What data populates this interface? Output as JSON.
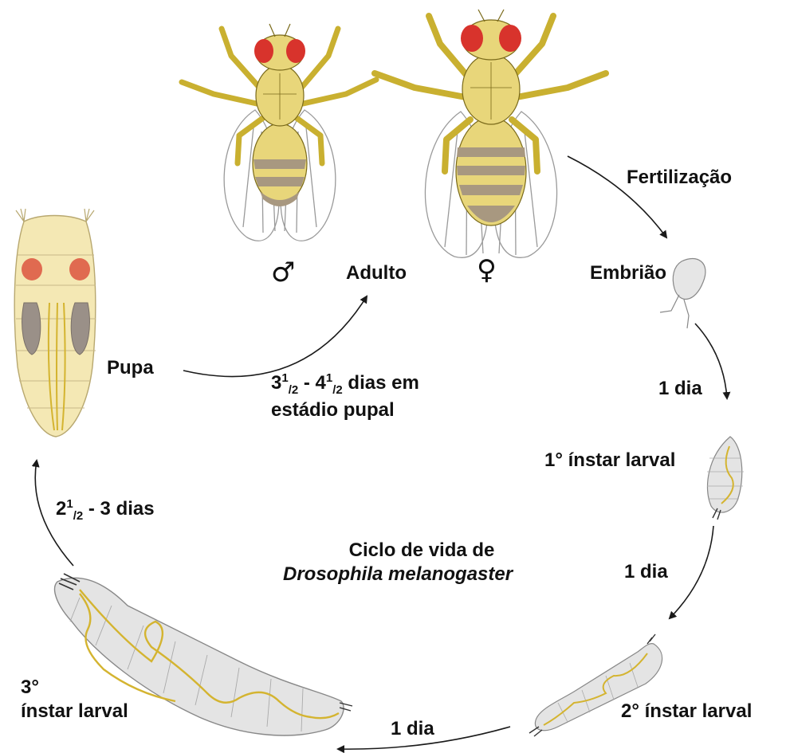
{
  "labels": {
    "adult": "Adulto",
    "male_symbol": "♂",
    "female_symbol": "♀",
    "fertilization": "Fertilização",
    "embryo": "Embrião",
    "one_day_a": "1 dia",
    "first_instar": "1° ínstar larval",
    "one_day_b": "1 dia",
    "second_instar": "2° ínstar larval",
    "one_day_c": "1 dia",
    "third_instar_line1": "3°",
    "third_instar_line2": "ínstar larval",
    "pupa": "Pupa",
    "pupal_duration": {
      "a": "3",
      "a_sup": "1",
      "a_sub": "/2",
      "dash": " - ",
      "b": "4",
      "b_sup": "1",
      "b_sub": "/2",
      "rest": " dias em",
      "line2": "estádio pupal"
    },
    "larval3_duration": {
      "a": "2",
      "a_sup": "1",
      "a_sub": "/2",
      "rest": " - 3 dias"
    },
    "center_title_line1": "Ciclo de vida de",
    "center_title_line2": "Drosophila melanogaster"
  },
  "colors": {
    "body": "#e8d67a",
    "body_outline": "#7a6a1a",
    "leg": "#c9b030",
    "eye": "#d8332c",
    "abdomen_band": "#a89880",
    "wing_outline": "#9a9a9a",
    "pupa_body": "#f4e8b4",
    "pupa_eye": "#e06a50",
    "pupa_wing": "#9a9088",
    "larva_body": "#e4e4e4",
    "larva_outline": "#888888",
    "gut": "#d4b430",
    "arrow": "#1a1a1a"
  }
}
